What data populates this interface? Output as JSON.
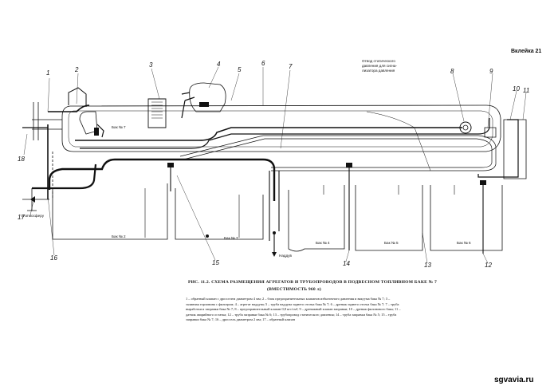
{
  "page_label": "Вклейка 21",
  "watermark": "sgvavia.ru",
  "side_note": [
    "Отвод статического",
    "давления для сигна-",
    "лизатора давления"
  ],
  "tank_labels": {
    "tank7_top": "Бак № 7",
    "tank2": "Бак № 2",
    "tank7_low": "Бак № 7",
    "tank4": "Бак № 4",
    "tank5": "Бак № 5",
    "tank6": "Бак № 6"
  },
  "air_in": "Наддув",
  "atmosphere": "В атмосферу",
  "callouts": [
    "1",
    "2",
    "3",
    "4",
    "5",
    "6",
    "7",
    "8",
    "9",
    "10",
    "11",
    "12",
    "13",
    "14",
    "15",
    "16",
    "17",
    "18"
  ],
  "caption": {
    "title": "РИС. 11.2. СХЕМА РАЗМЕЩЕНИЯ АГРЕГАТОВ И ТРУБОПРОВОДОВ В ПОДВЕСНОМ ТОПЛИВНОМ БАКЕ № 7",
    "subtitle": "(ВМЕСТИМОСТЬ 960 л)",
    "body": "1 – обратный клапан с дросселем диаметром 4 мм; 2 – блок предохранительных клапанов избыточного давления и вакуума бака № 7; 3 – заливная горловина с фильтром; 4 – агрегат наддува; 5 – труба наддува заднего отсека бака № 7; 6 – дренаж заднего отсека бака № 7; 7 – труба выработки и заправки бака № 7; 8 – предохранительный клапан 0,8 кгс/см²; 9 – дренажный клапан заправки; 10 – дренаж филонового бака; 11 – датчик аварийного остатка; 12 – труба заправки бака № 6; 13 – трубопровод статического давления; 14 – труба заправки бака № 5; 15 – труба заправки бака № 7; 16 – дроссель диаметром 2 мм; 17 – обратный клапан"
  }
}
